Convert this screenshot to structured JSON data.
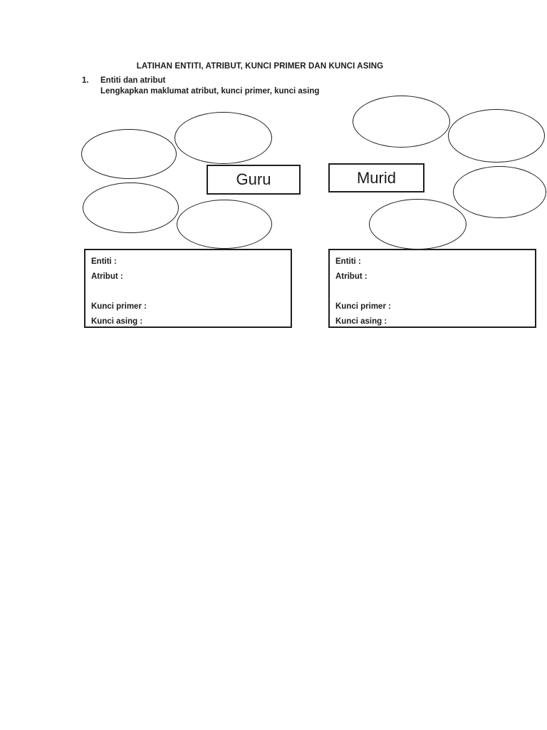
{
  "header": {
    "title": "LATIHAN ENTITI, ATRIBUT, KUNCI PRIMER DAN KUNCI ASING",
    "item_number": "1.",
    "item_title": "Entiti dan atribut",
    "instruction": "Lengkapkan maklumat atribut, kunci primer, kunci asing"
  },
  "entities": [
    {
      "label": "Guru",
      "attribute_ellipse_count": 4
    },
    {
      "label": "Murid",
      "attribute_ellipse_count": 4
    }
  ],
  "answer_boxes": [
    {
      "entiti": "Entiti :",
      "atribut": "Atribut :",
      "kunci_primer": "Kunci primer :",
      "kunci_asing": "Kunci asing :"
    },
    {
      "entiti": "Entiti :",
      "atribut": "Atribut :",
      "kunci_primer": "Kunci primer :",
      "kunci_asing": "Kunci asing :"
    }
  ],
  "colors": {
    "ink": "#1f1f1f",
    "page_background": "#ffffff"
  }
}
